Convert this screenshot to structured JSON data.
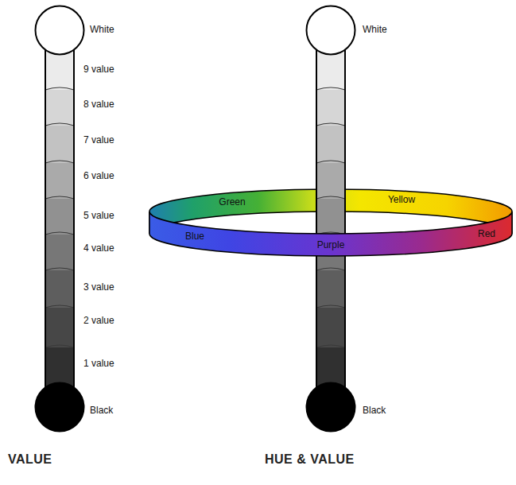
{
  "diagram": {
    "nodes": [
      {
        "text": [
          "White"
        ]
      },
      {
        "text": [
          "Black"
        ]
      },
      {
        "text": [
          "White"
        ]
      },
      {
        "text": [
          "Green",
          "Yellow",
          "Blue",
          "Purple",
          "Red"
        ]
      },
      {
        "text": [
          "Black"
        ]
      }
    ],
    "labels": [
      "9 value",
      "8 value",
      "7 value",
      "6 value",
      "5 value",
      "4 value",
      "3 value",
      "2 value",
      "1 value",
      "VALUE",
      "HUE & VALUE"
    ]
  }
}
